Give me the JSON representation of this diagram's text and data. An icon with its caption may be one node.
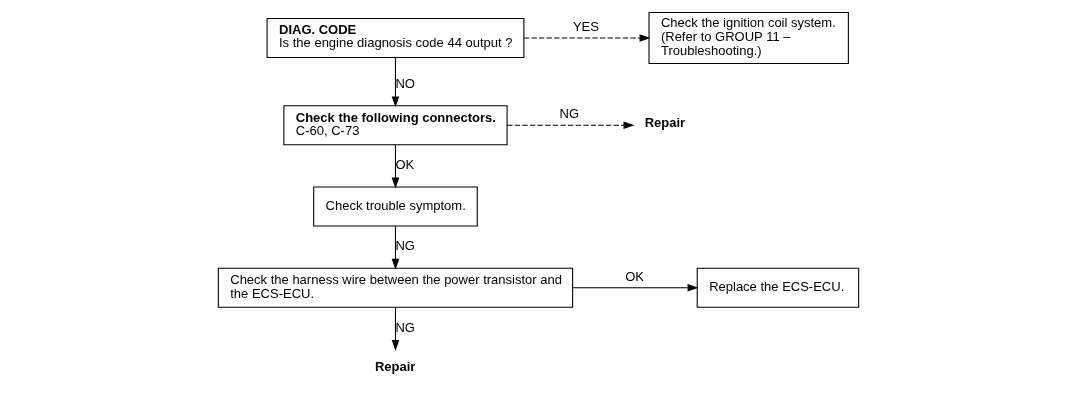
{
  "diagram": {
    "nodes": [
      {
        "text": [
          "DIAG. CODE",
          "Is the engine diagnosis code 44 output ?"
        ]
      },
      {
        "text": [
          "Check the ignition coil system. (Refer to GROUP 11 – Troubleshooting.)"
        ]
      },
      {
        "text": [
          "Check the following connectors.",
          "C-60, C-73"
        ]
      },
      {
        "text": [
          "Repair"
        ]
      },
      {
        "text": [
          "Check trouble symptom."
        ]
      },
      {
        "text": [
          "Check the harness wire between the power transistor and the ECS-ECU."
        ]
      },
      {
        "text": [
          "Replace the ECS-ECU."
        ]
      },
      {
        "text": [
          "Repair"
        ]
      }
    ],
    "edges": [
      {
        "from": 0,
        "to": 1,
        "arrow": "to",
        "label": "YES",
        "style": "dashed"
      },
      {
        "from": 0,
        "to": 2,
        "arrow": "to",
        "label": "NO"
      },
      {
        "from": 2,
        "to": 3,
        "arrow": "to",
        "label": "NG",
        "style": "dashed"
      },
      {
        "from": 2,
        "to": 4,
        "arrow": "to",
        "label": "OK"
      },
      {
        "from": 4,
        "to": 5,
        "arrow": "to",
        "label": "NG"
      },
      {
        "from": 5,
        "to": 6,
        "arrow": "to",
        "label": "OK"
      },
      {
        "from": 5,
        "to": 7,
        "arrow": "to",
        "label": "NG"
      }
    ]
  }
}
